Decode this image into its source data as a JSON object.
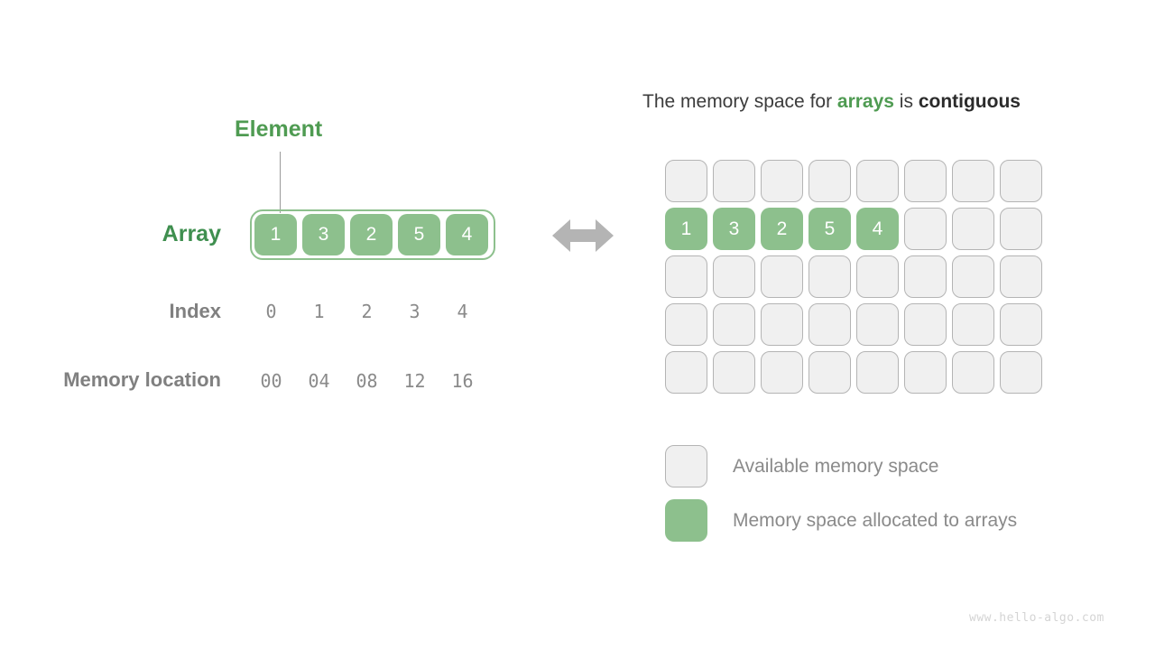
{
  "left": {
    "element_label": "Element",
    "array_label": "Array",
    "index_label": "Index",
    "memory_label": "Memory location",
    "array_values": [
      "1",
      "3",
      "2",
      "5",
      "4"
    ],
    "index_values": [
      "0",
      "1",
      "2",
      "3",
      "4"
    ],
    "memory_values": [
      "00",
      "04",
      "08",
      "12",
      "16"
    ],
    "arrow_icon": "double-arrow-horizontal-icon"
  },
  "right": {
    "title_prefix": "The memory space for ",
    "title_keyword_green": "arrays",
    "title_middle": " is ",
    "title_keyword_dark": "contiguous",
    "grid": {
      "columns": 8,
      "rows": 5,
      "cells": [
        [
          "",
          "",
          "",
          "",
          "",
          "",
          "",
          ""
        ],
        [
          "1",
          "3",
          "2",
          "5",
          "4",
          "",
          "",
          ""
        ],
        [
          "",
          "",
          "",
          "",
          "",
          "",
          "",
          ""
        ],
        [
          "",
          "",
          "",
          "",
          "",
          "",
          "",
          ""
        ],
        [
          "",
          "",
          "",
          "",
          "",
          "",
          "",
          ""
        ]
      ]
    },
    "legend": [
      {
        "type": "free",
        "label": "Available memory space"
      },
      {
        "type": "used",
        "label": "Memory space allocated to arrays"
      }
    ]
  },
  "watermark": "www.hello-algo.com",
  "colors": {
    "green_fill": "#8dc08d",
    "green_text": "#4f9b52",
    "gray_text": "#808080",
    "cell_free_fill": "#f0f0f0",
    "cell_free_border": "#b4b4b4",
    "arrow_gray": "#b4b4b4"
  }
}
